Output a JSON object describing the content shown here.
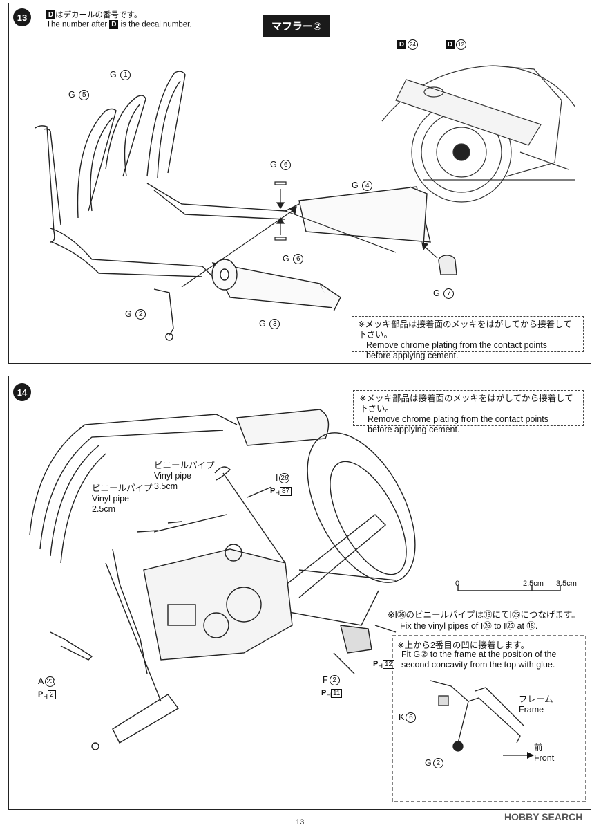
{
  "step13": {
    "number": "13",
    "decal_note_jp": "はデカールの番号です。",
    "decal_note_en_before": "The number after",
    "decal_note_en_after": "is the decal number.",
    "decal_marker": "D",
    "title": "マフラー②",
    "labels": {
      "g1": "G",
      "g1n": "1",
      "g5": "G",
      "g5n": "5",
      "g6a": "G",
      "g6an": "6",
      "g4": "G",
      "g4n": "4",
      "g6b": "G",
      "g6bn": "6",
      "g2": "G",
      "g2n": "2",
      "g3": "G",
      "g3n": "3",
      "g7": "G",
      "g7n": "7",
      "d24": "24",
      "d12": "12"
    },
    "note_jp": "※メッキ部品は接着面のメッキをはがしてから接着して下さい。",
    "note_en1": "Remove chrome plating from the contact points",
    "note_en2": "before applying cement."
  },
  "step14": {
    "number": "14",
    "note_jp": "※メッキ部品は接着面のメッキをはがしてから接着して下さい。",
    "note_en1": "Remove chrome plating from the contact points",
    "note_en2": "before applying cement.",
    "vinyl35_jp": "ビニールパイプ",
    "vinyl35_en": "Vinyl pipe",
    "vinyl35_len": "3.5cm",
    "vinyl25_jp": "ビニールパイプ",
    "vinyl25_en": "Vinyl pipe",
    "vinyl25_len": "2.5cm",
    "i26": "I",
    "i26n": "26",
    "ph87": "87",
    "ruler_0": "0",
    "ruler_25": "2.5cm",
    "ruler_35": "3.5cm",
    "pipe_note_jp": "※I㉖のビニールパイプは⑱にてI㉕につなげます。",
    "pipe_note_en": "Fix the vinyl pipes of I㉖ to I㉕ at ⑱.",
    "a23": "A",
    "a23n": "23",
    "ph2": "2",
    "f2": "F",
    "f2n": "2",
    "ph11": "11",
    "ph12": "12",
    "inset_jp": "※上から2番目の凹に接着します。",
    "inset_en1": "Fit G② to the frame at the position of the",
    "inset_en2": "second concavity from the top with glue.",
    "frame_jp": "フレーム",
    "frame_en": "Frame",
    "k6": "K",
    "k6n": "6",
    "g2": "G",
    "g2n": "2",
    "front_jp": "前",
    "front_en": "Front"
  },
  "page_number": "13",
  "watermark": "HOBBY SEARCH",
  "ph_prefix": "P",
  "ph_sub": "H"
}
